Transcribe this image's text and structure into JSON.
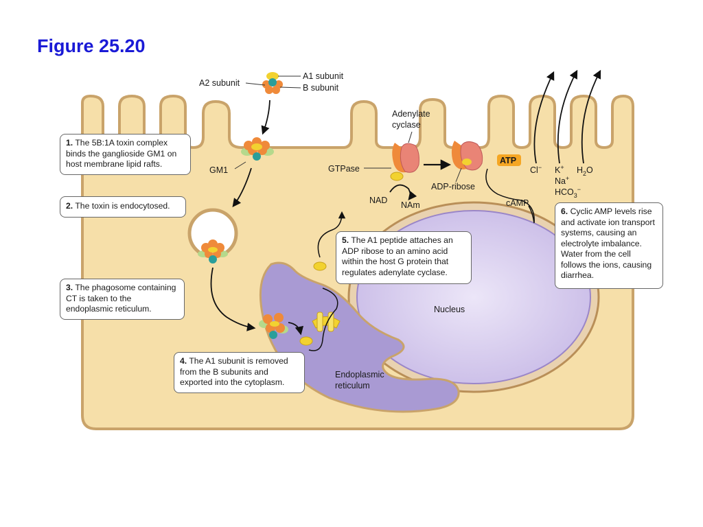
{
  "title": "Figure 25.20",
  "labels": {
    "a2_subunit": "A2 subunit",
    "a1_subunit": "A1 subunit",
    "b_subunit": "B subunit",
    "gm1": "GM1",
    "adenylate": "Adenylate",
    "cyclase": "cyclase",
    "gtpase": "GTPase",
    "atp": "ATP",
    "adp_ribose": "ADP-ribose",
    "nad": "NAD",
    "nam": "NAm",
    "camp": "cAMP",
    "cl": "Cl",
    "k": "K",
    "na": "Na",
    "h": "H",
    "o": "O",
    "hco": "HCO",
    "sub_2": "2",
    "sub_3": "3",
    "sup_plus": "+",
    "sup_minus": "−",
    "nucleus": "Nucleus",
    "er_line1": "Endoplasmic",
    "er_line2": "reticulum"
  },
  "steps": [
    {
      "num": "1.",
      "text": "The 5B:1A toxin complex binds the ganglioside GM1 on host membrane lipid rafts."
    },
    {
      "num": "2.",
      "text": "The toxin is endocytosed."
    },
    {
      "num": "3.",
      "text": "The phagosome containing CT is taken to the endoplasmic reticulum."
    },
    {
      "num": "4.",
      "text": "The A1 subunit is removed from the B subunits and exported into the cytoplasm."
    },
    {
      "num": "5.",
      "text": "The A1 peptide attaches an ADP ribose to an amino acid within the host G protein that regulates adenylate cyclase."
    },
    {
      "num": "6.",
      "text": "Cyclic AMP levels rise and activate ion transport systems, causing an electrolyte imbalance. Water from the cell follows the ions, causing diarrhea."
    }
  ],
  "colors": {
    "title": "#1a1ad6",
    "cytoplasm": "#f6dfa9",
    "membrane": "#c9a36a",
    "nucleus": "#d2c6ea",
    "er": "#a99ad3",
    "b_subunit": "#ef8a3a",
    "a1_subunit": "#f2d230",
    "a2_subunit": "#2a9e9a",
    "adenylate_cyclase": "#e98476",
    "atp": "#f5a623"
  }
}
